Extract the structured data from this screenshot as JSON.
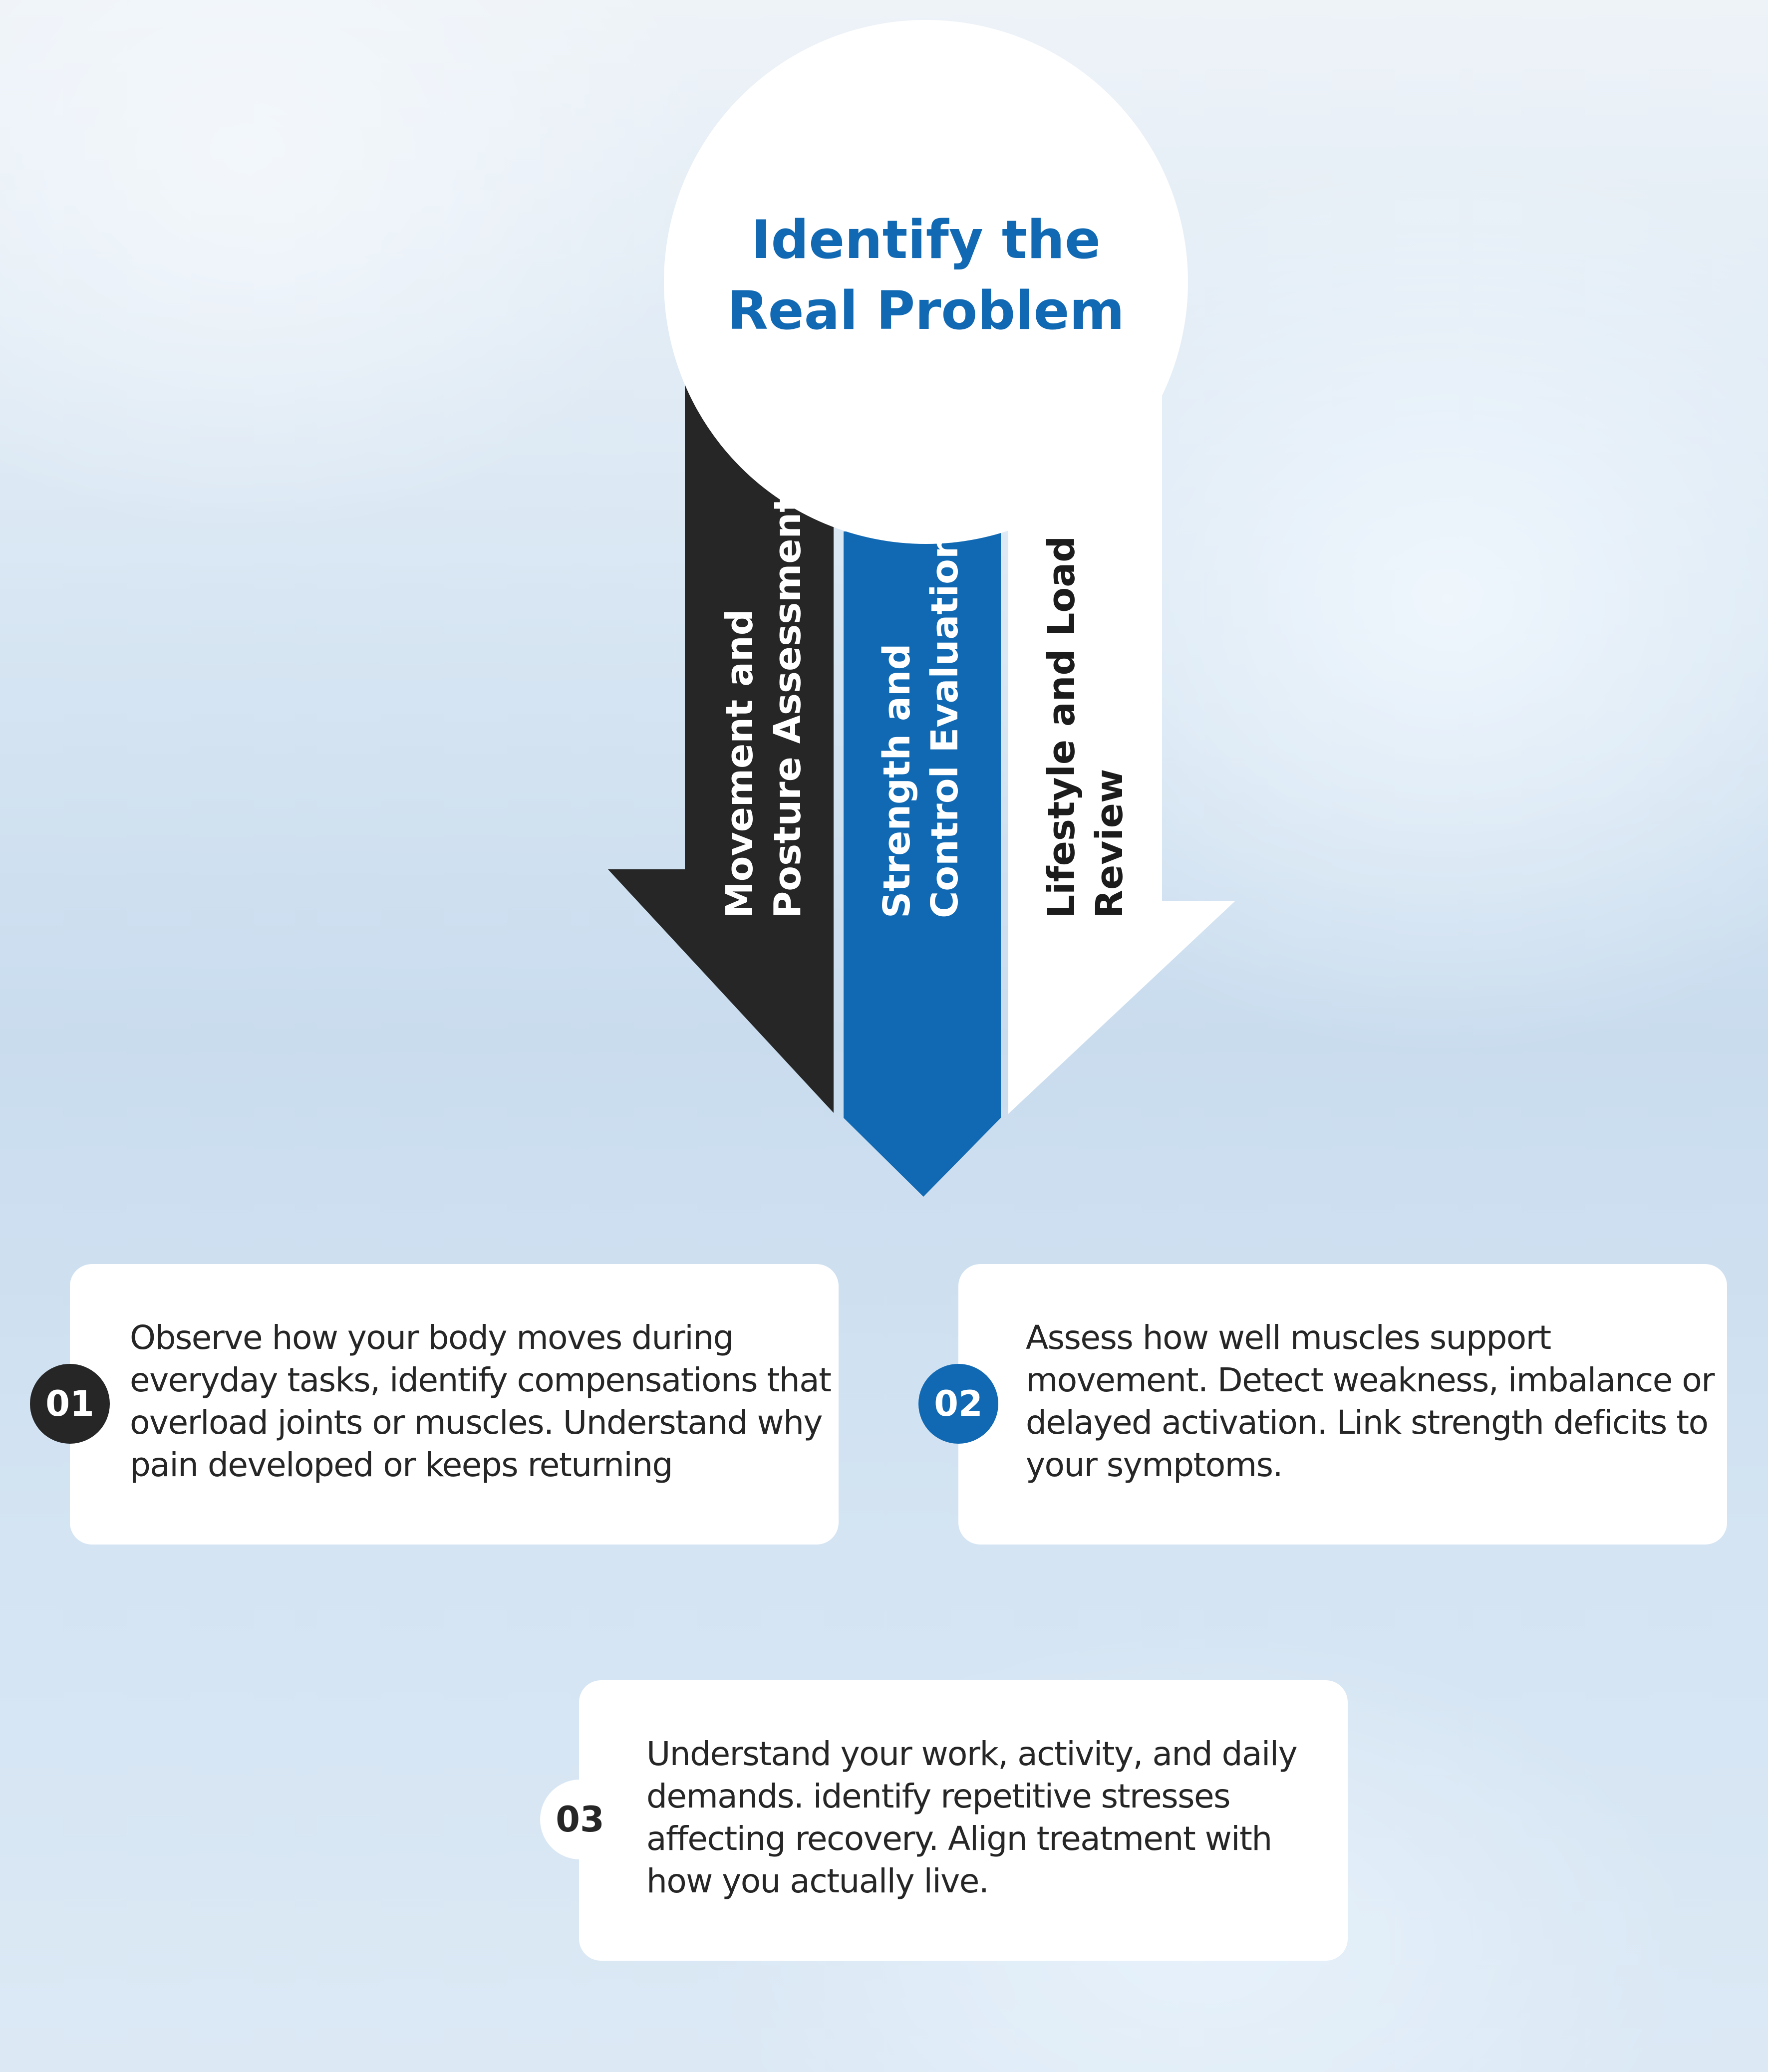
{
  "title": {
    "line1": "Identify the",
    "line2": "Real Problem"
  },
  "arrows": [
    {
      "line1": "Movement and",
      "line2": "Posture Assessment",
      "color": "#262626",
      "text_color": "#ffffff"
    },
    {
      "line1": "Strength and",
      "line2": "Control Evaluation",
      "color": "#1169b3",
      "text_color": "#ffffff"
    },
    {
      "line1": "Lifestyle and Load",
      "line2": "Review",
      "color": "#ffffff",
      "text_color": "#1c1c1c"
    }
  ],
  "cards": [
    {
      "number": "01",
      "text": "Observe how your body moves during everyday tasks, identify compensations that overload joints or muscles. Understand why pain developed or keeps returning",
      "badge_color": "#262626"
    },
    {
      "number": "02",
      "text": "Assess how well muscles support movement. Detect weakness, imbalance or delayed activation. Link strength deficits to your symptoms.",
      "badge_color": "#1169b3"
    },
    {
      "number": "03",
      "text": "Understand your work, activity, and daily demands. identify repetitive stresses affecting recovery. Align treatment with how you actually live.",
      "badge_color": "#ffffff"
    }
  ],
  "colors": {
    "accent_blue": "#1169b3",
    "dark": "#262626",
    "white": "#ffffff"
  }
}
